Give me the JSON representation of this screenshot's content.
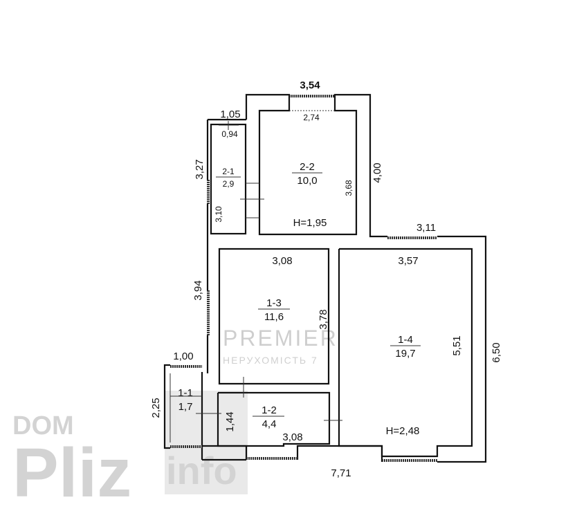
{
  "rooms": [
    {
      "id": "2-1",
      "area": "2,9"
    },
    {
      "id": "2-2",
      "area": "10,0"
    },
    {
      "id": "1-3",
      "area": "11,6"
    },
    {
      "id": "1-4",
      "area": "19,7"
    },
    {
      "id": "1-1",
      "area": "1,7"
    },
    {
      "id": "1-2",
      "area": "4,4"
    }
  ],
  "heights": {
    "upper": "H=1,95",
    "lower": "H=2,48"
  },
  "dimensions": {
    "top": "3,54",
    "top_inner": "2,74",
    "d105": "1,05",
    "d094": "0,94",
    "d327": "3,27",
    "d310": "3,10",
    "d368": "3,68",
    "d400": "4,00",
    "d311": "3,11",
    "d357": "3,57",
    "d308_top": "3,08",
    "d394": "3,94",
    "d378": "3,78",
    "d551": "5,51",
    "d650": "6,50",
    "d100": "1,00",
    "d225": "2,25",
    "d144": "1,44",
    "d308_bottom": "3,08",
    "d771": "7,71"
  },
  "watermarks": {
    "premier": "PREMIER",
    "premier_sub": "НЕРУХОМІСТЬ 7",
    "dom": "DOM",
    "pliz": "Pliz",
    "info": "info"
  }
}
